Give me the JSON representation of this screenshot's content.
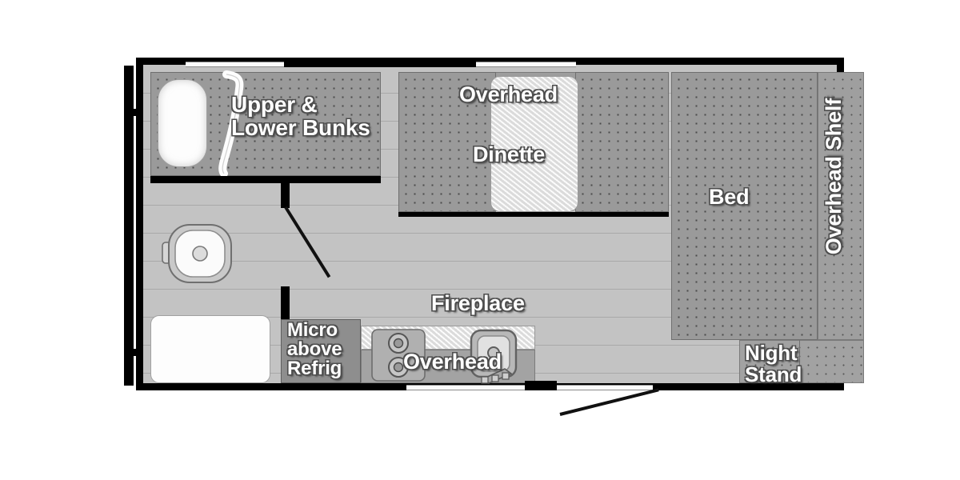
{
  "diagram": {
    "type": "rv-floorplan",
    "orientation": "top-down",
    "colors": {
      "wall": "#000000",
      "floor": "#c3c3c3",
      "upholstery": "#9a9a9a",
      "counter": "#e6e6e6",
      "label_text": "#ffffff",
      "label_outline": "#4d4d4d"
    }
  },
  "labels": {
    "bunks": "Upper &\nLower Bunks",
    "overhead_dinette": "Overhead",
    "dinette": "Dinette",
    "bed": "Bed",
    "overhead_shelf": "Overhead Shelf",
    "fireplace": "Fireplace",
    "micro_above_refrig": "Micro\nabove\nRefrig",
    "overhead_kitchen": "Overhead",
    "night_stand": "Night\nStand"
  },
  "rooms": [
    {
      "name": "bunks",
      "label": "Upper &\nLower Bunks",
      "feature": "upper-and-lower-bunks"
    },
    {
      "name": "bathroom",
      "label": "",
      "feature": "toilet-and-shower"
    },
    {
      "name": "dinette",
      "label": "Dinette",
      "feature": "booth-dinette-with-table"
    },
    {
      "name": "kitchen",
      "label": "Overhead",
      "feature": "two-burner-range-and-sink"
    },
    {
      "name": "bedroom",
      "label": "Bed",
      "feature": "queen-bed"
    }
  ],
  "fixtures": [
    {
      "name": "wardrobe",
      "kind": "closet"
    },
    {
      "name": "bunk-ladder",
      "kind": "ladder"
    },
    {
      "name": "toilet",
      "kind": "toilet"
    },
    {
      "name": "shower-pan",
      "kind": "shower"
    },
    {
      "name": "range",
      "kind": "two-burner-cooktop",
      "burners": 2
    },
    {
      "name": "sink",
      "kind": "single-basin-sink",
      "basins": 1
    },
    {
      "name": "dinette-table",
      "kind": "table"
    },
    {
      "name": "entry-door",
      "kind": "door"
    },
    {
      "name": "bathroom-door",
      "kind": "door"
    }
  ],
  "windows": [
    {
      "name": "front-window-left",
      "wall": "top"
    },
    {
      "name": "front-window-right",
      "wall": "top"
    },
    {
      "name": "entry-window",
      "wall": "bottom"
    },
    {
      "name": "kitchen-window",
      "wall": "bottom"
    },
    {
      "name": "side-window",
      "wall": "left"
    }
  ]
}
